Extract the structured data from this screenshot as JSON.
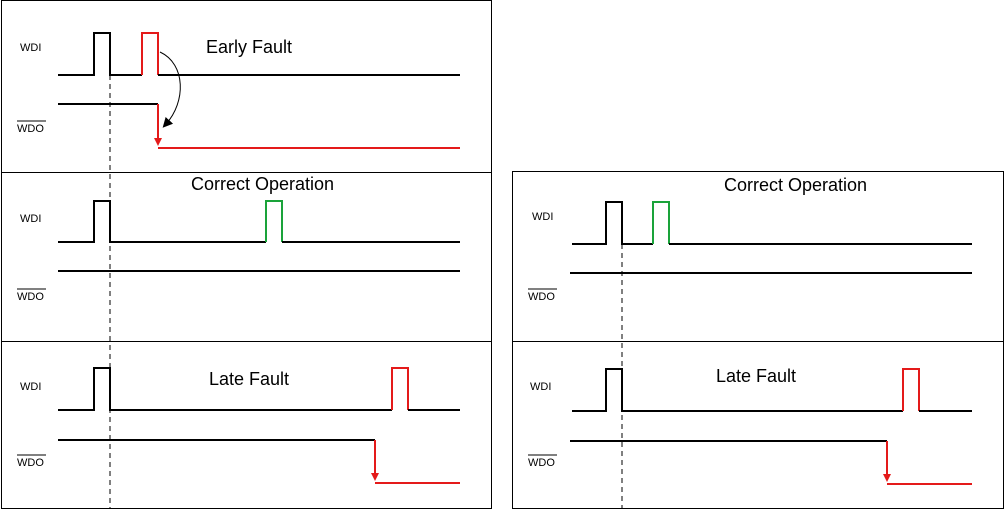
{
  "diagram": {
    "signal_labels": {
      "input": "WDI",
      "output": "WDO"
    },
    "colors": {
      "normal": "#000000",
      "fault": "#e41a1a",
      "valid_pulse": "#1aa33a"
    },
    "panels": [
      {
        "id": "left-early-fault",
        "title": "Early Fault",
        "wdi_pulse_color": "fault",
        "wdo_asserted": true,
        "has_arrow": true
      },
      {
        "id": "left-correct-operation",
        "title": "Correct Operation",
        "wdi_pulse_color": "valid_pulse",
        "wdo_asserted": false,
        "has_arrow": false
      },
      {
        "id": "left-late-fault",
        "title": "Late Fault",
        "wdi_pulse_color": "fault",
        "wdo_asserted": true,
        "has_arrow": false
      },
      {
        "id": "right-correct-operation",
        "title": "Correct Operation",
        "wdi_pulse_color": "valid_pulse",
        "wdo_asserted": false,
        "has_arrow": false
      },
      {
        "id": "right-late-fault",
        "title": "Late Fault",
        "wdi_pulse_color": "fault",
        "wdo_asserted": true,
        "has_arrow": false
      }
    ]
  }
}
